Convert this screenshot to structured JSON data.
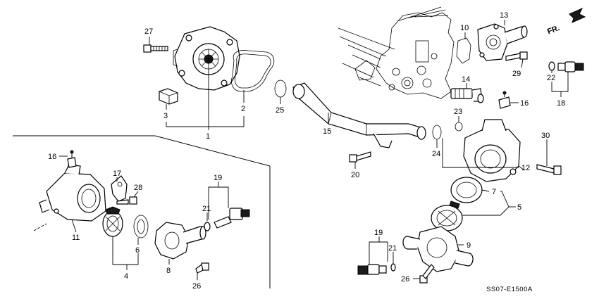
{
  "diagram": {
    "code": "SS07-E1500A",
    "direction_marker": "FR.",
    "callouts": {
      "c1": "1",
      "c2": "2",
      "c3": "3",
      "c4": "4",
      "c5": "5",
      "c6": "6",
      "c7": "7",
      "c8": "8",
      "c9": "9",
      "c10": "10",
      "c11": "11",
      "c12": "12",
      "c13": "13",
      "c14": "14",
      "c15": "15",
      "c16a": "16",
      "c16b": "16",
      "c17": "17",
      "c18": "18",
      "c19a": "19",
      "c19b": "19",
      "c20": "20",
      "c21a": "21",
      "c21b": "21",
      "c22": "22",
      "c23": "23",
      "c24": "24",
      "c25": "25",
      "c26a": "26",
      "c26b": "26",
      "c27": "27",
      "c28": "28",
      "c29": "29",
      "c30": "30"
    }
  }
}
